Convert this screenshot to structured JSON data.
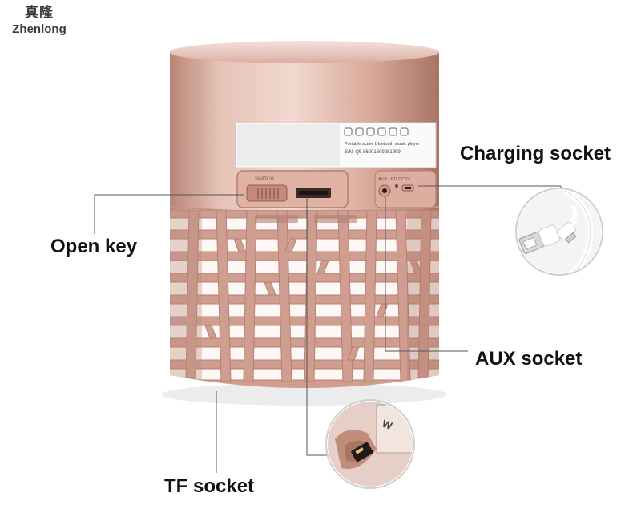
{
  "brand": {
    "name_cn": "真隆",
    "name_en": "Zhenlong"
  },
  "callouts": {
    "charging_socket": "Charging socket",
    "open_key": "Open key",
    "aux_socket": "AUX socket",
    "tf_socket": "TF socket"
  },
  "label_sticker": {
    "line1": "Portable active Bluetooth music player",
    "line2": "S/N: Q5   86201609281999"
  },
  "panel_marks": {
    "switch_text": "SWITCH",
    "port_text": "AUX  LED  DC5V"
  },
  "colors": {
    "body": "#d9a99a",
    "body_dark": "#b07f72",
    "body_light": "#efd2c8",
    "leader_line": "#555555"
  }
}
